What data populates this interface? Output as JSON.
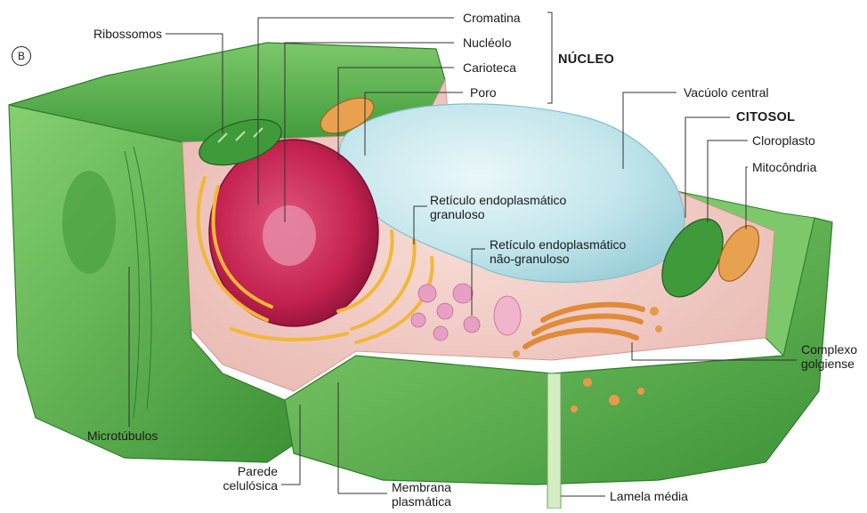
{
  "panel_letter": "B",
  "labels": {
    "ribossomos": "Ribossomos",
    "cromatina": "Cromatina",
    "nucleolo": "Nucléolo",
    "carioteca": "Carioteca",
    "poro": "Poro",
    "nucleo": "NÚCLEO",
    "vacuolo_central": "Vacúolo central",
    "citosol": "CITOSOL",
    "cloroplasto": "Cloroplasto",
    "mitocondria": "Mitocôndria",
    "reticulo_granuloso_1": "Retículo endoplasmático",
    "reticulo_granuloso_2": "granuloso",
    "reticulo_nao_granuloso_1": "Retículo endoplasmático",
    "reticulo_nao_granuloso_2": "não-granuloso",
    "complexo_golgiense_1": "Complexo",
    "complexo_golgiense_2": "golgiense",
    "microtubulos": "Microtúbulos",
    "parede_1": "Parede",
    "parede_2": "celulósica",
    "membrana_1": "Membrana",
    "membrana_2": "plasmática",
    "lamela_media": "Lamela média"
  },
  "colors": {
    "cell_wall": "#4fae45",
    "cell_wall_light": "#8fd27a",
    "cytoplasm": "#f1c9c3",
    "nucleus": "#c8235a",
    "vacuole": "#bfe3ea",
    "golgi": "#e89a4a",
    "chloroplast": "#3f9a3a",
    "er_rough": "#f2b73a",
    "er_smooth": "#e7a0c4"
  }
}
